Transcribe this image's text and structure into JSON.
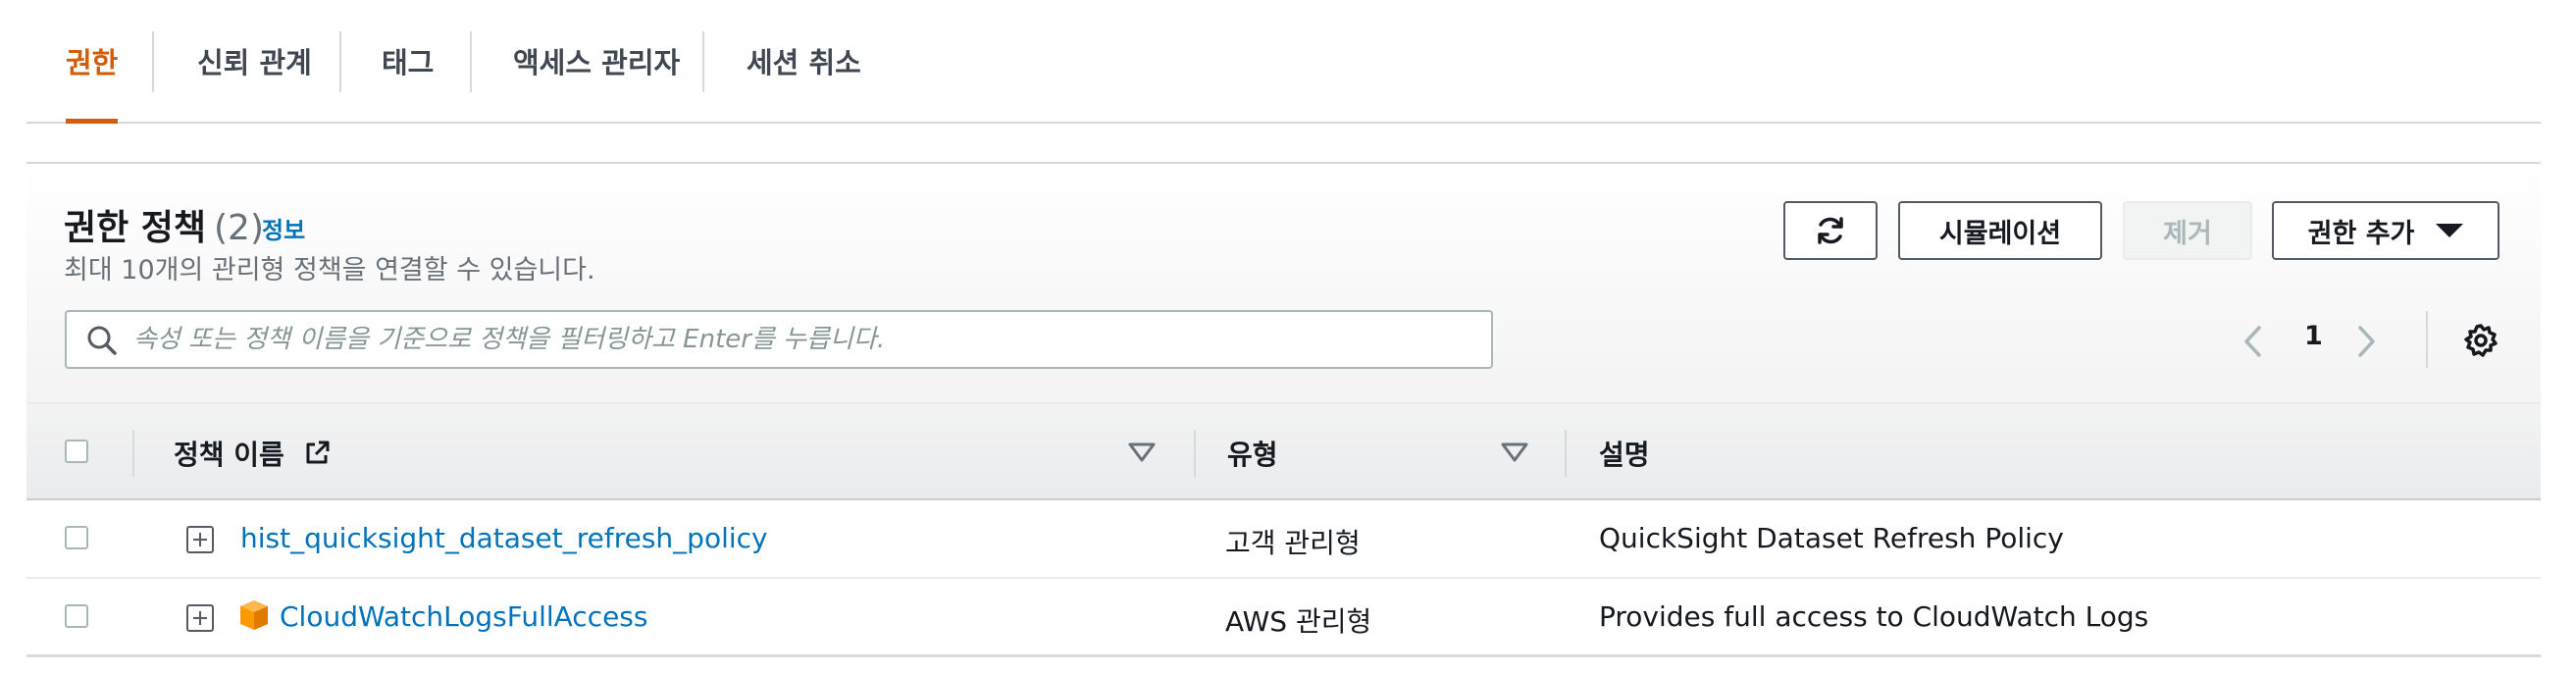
{
  "tabs": [
    {
      "label": "권한",
      "active": true
    },
    {
      "label": "신뢰 관계"
    },
    {
      "label": "태그"
    },
    {
      "label": "액세스 관리자"
    },
    {
      "label": "세션 취소"
    }
  ],
  "panel": {
    "title": "권한 정책",
    "count": "(2)",
    "info": "정보",
    "subtitle": "최대 10개의 관리형 정책을 연결할 수 있습니다.",
    "buttons": {
      "refresh": "refresh-icon",
      "simulate": "시뮬레이션",
      "remove": "제거",
      "add": "권한 추가"
    },
    "search_placeholder": "속성 또는 정책 이름을 기준으로 정책을 필터링하고 Enter를 누릅니다.",
    "pagination": {
      "current_page": "1"
    }
  },
  "table": {
    "columns": {
      "name": "정책 이름",
      "type": "유형",
      "description": "설명"
    },
    "rows": [
      {
        "name": "hist_quicksight_dataset_refresh_policy",
        "type": "고객 관리형",
        "description": "QuickSight Dataset Refresh Policy",
        "aws_icon": false
      },
      {
        "name": "CloudWatchLogsFullAccess",
        "type": "AWS 관리형",
        "description": "Provides full access to CloudWatch Logs",
        "aws_icon": true
      }
    ]
  },
  "colors": {
    "accent": "#d45b07",
    "link": "#0073bb",
    "aws_box": "#f90"
  }
}
